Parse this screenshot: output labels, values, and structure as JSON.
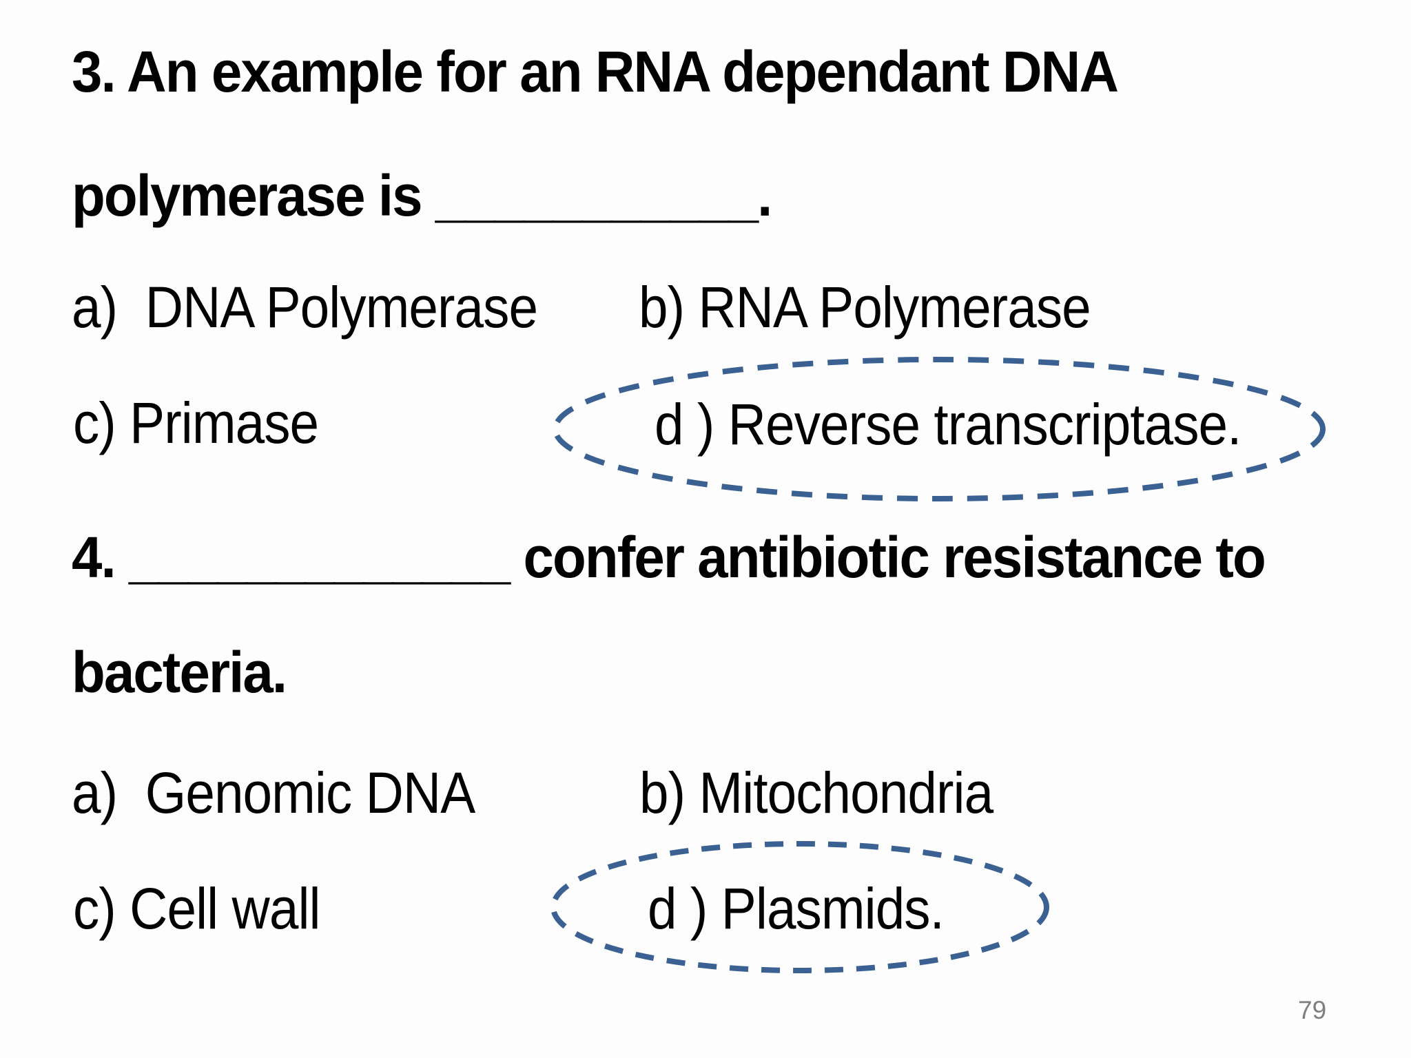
{
  "slide": {
    "colors": {
      "background": "#fdfdfd",
      "text": "#020202",
      "ellipse_stroke": "#3a6191",
      "page_number": "#7d7e82"
    },
    "page_number": "79",
    "q3": {
      "title_line1": "3. An example for an RNA dependant DNA",
      "title_line2": "polymerase is ___________.",
      "options": {
        "a": "a)  DNA Polymerase",
        "b": "b) RNA Polymerase",
        "c": "c) Primase",
        "d": "d ) Reverse transcriptase."
      },
      "circled_option": "d"
    },
    "q4": {
      "title_line1": "4. _____________ confer antibiotic resistance to",
      "title_line2": "bacteria.",
      "options": {
        "a": "a)  Genomic DNA",
        "b": "b) Mitochondria",
        "c": "c) Cell wall",
        "d": "d ) Plasmids."
      },
      "circled_option": "d"
    }
  }
}
